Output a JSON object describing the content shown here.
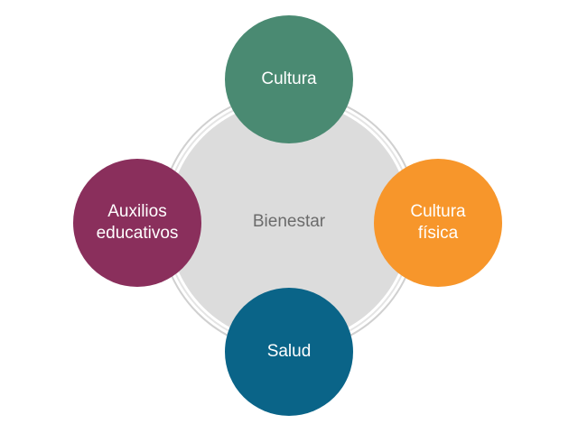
{
  "center": {
    "label": "Bienestar",
    "fill": "#dcdcdc",
    "ring": "#c8c8c8"
  },
  "nodes": [
    {
      "id": "cultura",
      "label": "Cultura",
      "color": "#4a8a72"
    },
    {
      "id": "cultura-fisica",
      "label": "Cultura\nfísica",
      "color": "#f7962b"
    },
    {
      "id": "salud",
      "label": "Salud",
      "color": "#0a6488"
    },
    {
      "id": "auxilios-educativos",
      "label": "Auxilios\neducativos",
      "color": "#8a2f5c"
    }
  ]
}
